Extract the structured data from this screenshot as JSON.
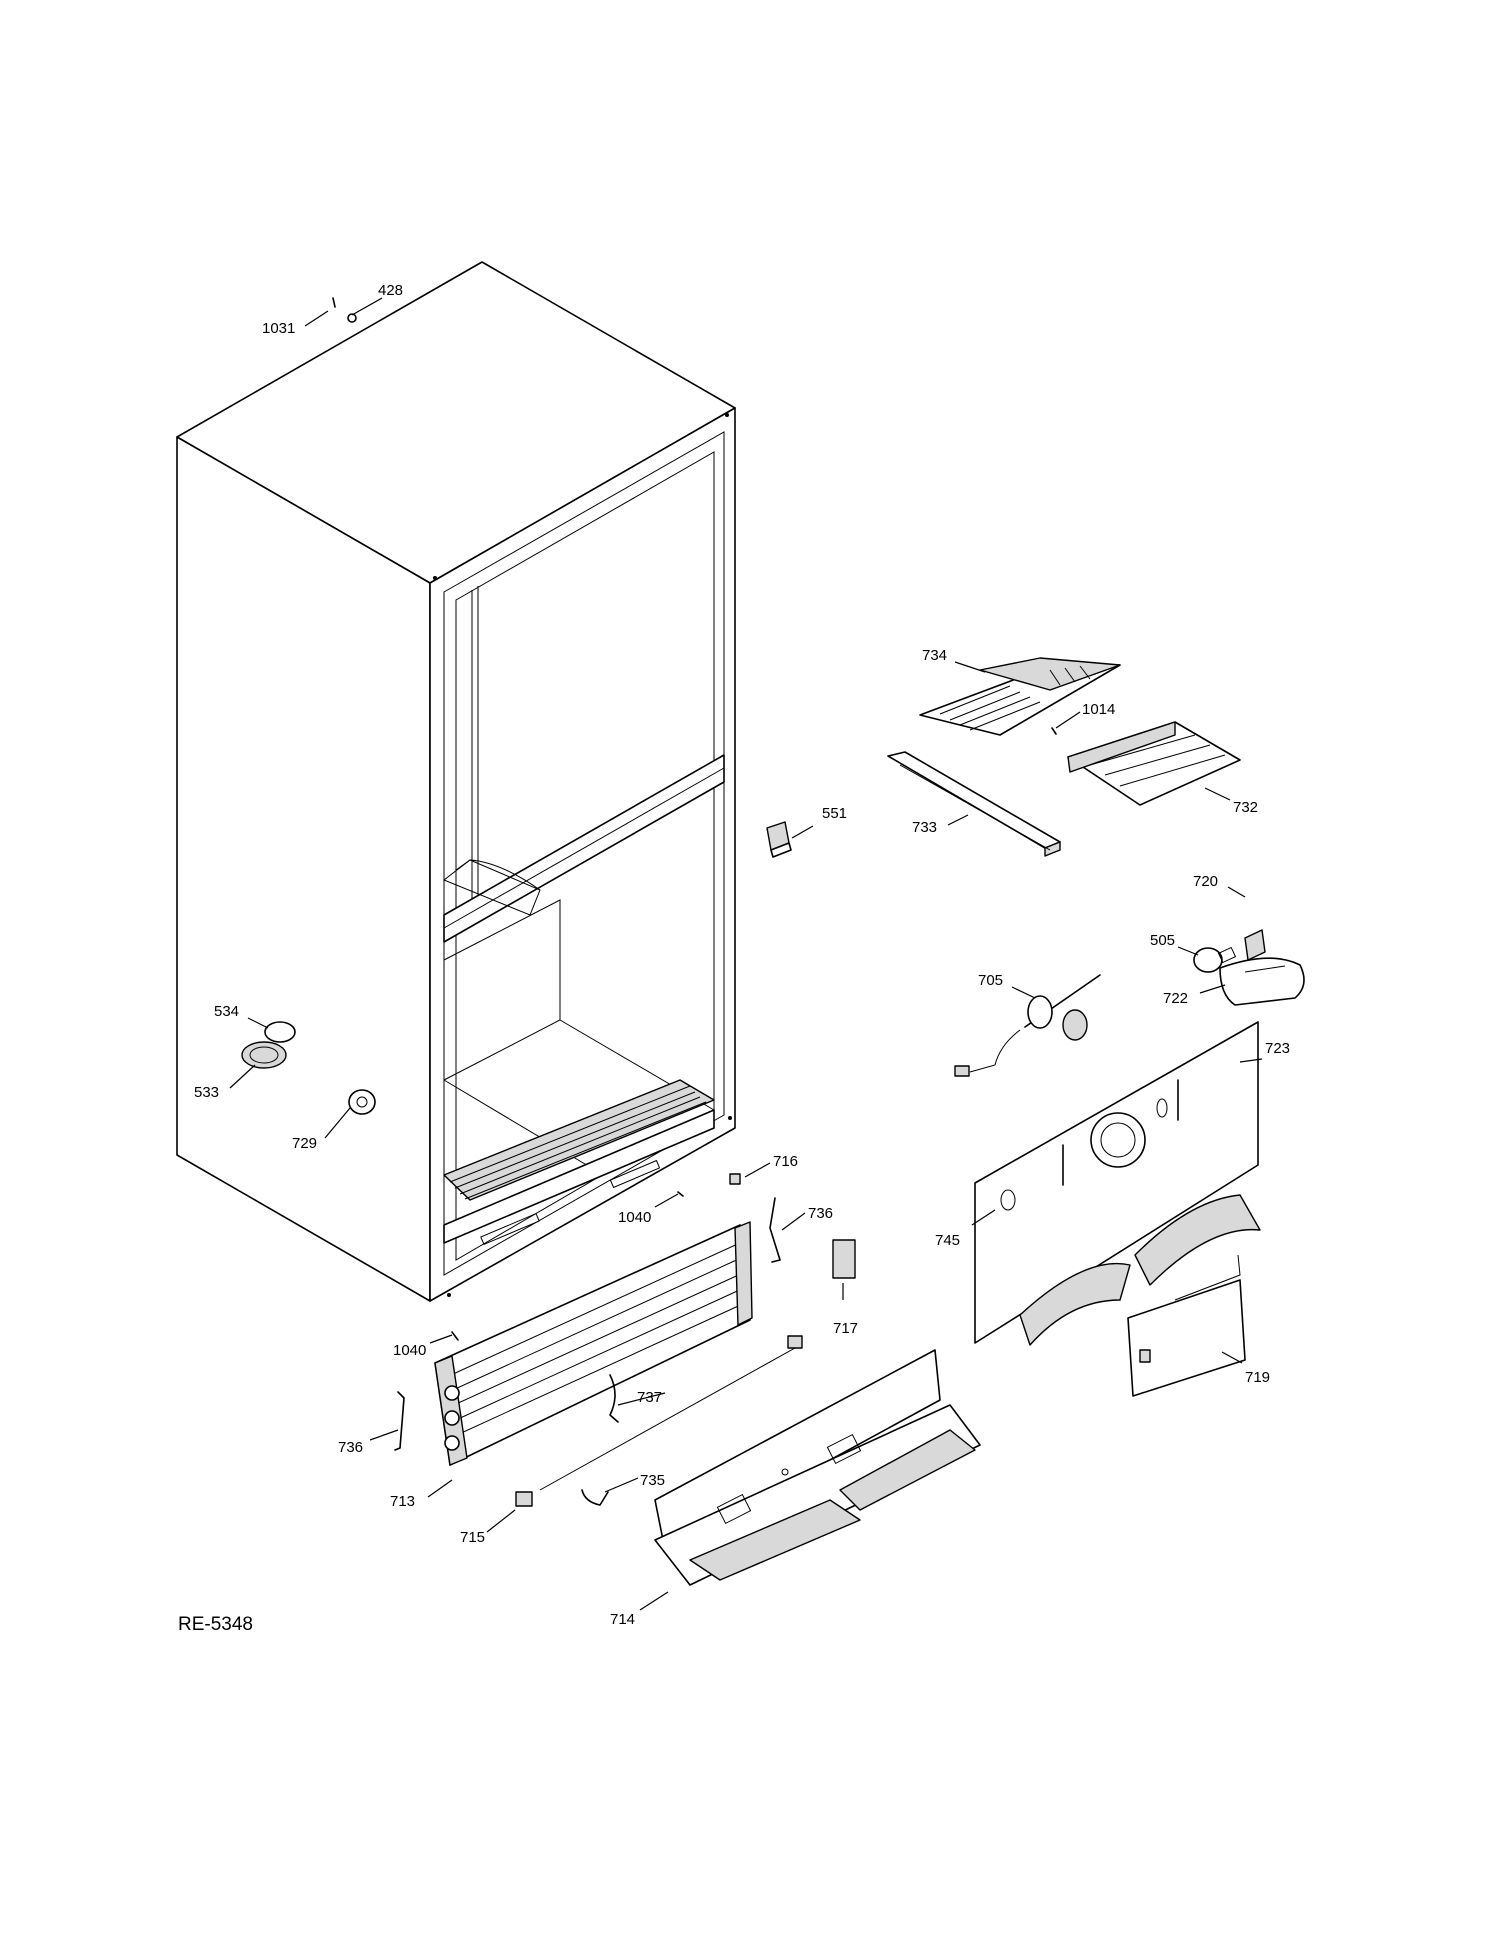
{
  "diagram_ref": "RE-5348",
  "part_labels": {
    "p1031": "1031",
    "p428": "428",
    "p734": "734",
    "p1014": "1014",
    "p732": "732",
    "p551": "551",
    "p733": "733",
    "p720": "720",
    "p505": "505",
    "p722": "722",
    "p705": "705",
    "p723": "723",
    "p534": "534",
    "p533": "533",
    "p729": "729",
    "p716": "716",
    "p1040a": "1040",
    "p736a": "736",
    "p745": "745",
    "p717": "717",
    "p1040b": "1040",
    "p719": "719",
    "p737": "737",
    "p736b": "736",
    "p713": "713",
    "p735": "735",
    "p715": "715",
    "p714": "714"
  }
}
